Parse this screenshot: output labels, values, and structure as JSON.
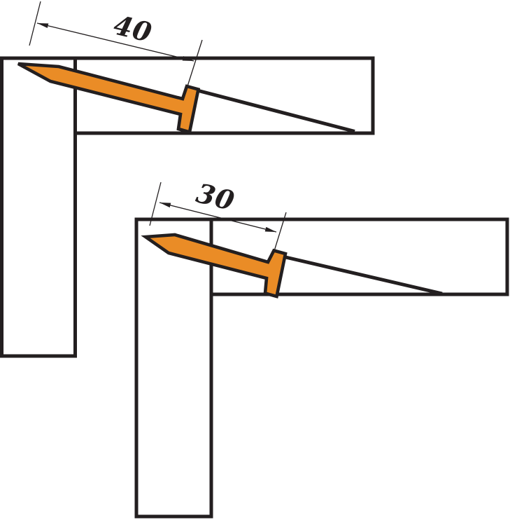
{
  "diagram": {
    "type": "technical-drawing",
    "subject": "corner-joint-nailing",
    "joints": [
      {
        "name": "joint-top-left",
        "dimension_label": "40"
      },
      {
        "name": "joint-bottom-right",
        "dimension_label": "30"
      }
    ]
  },
  "colors": {
    "nail_fill": "#ea8c26",
    "line": "#231f20",
    "background": "#ffffff"
  }
}
